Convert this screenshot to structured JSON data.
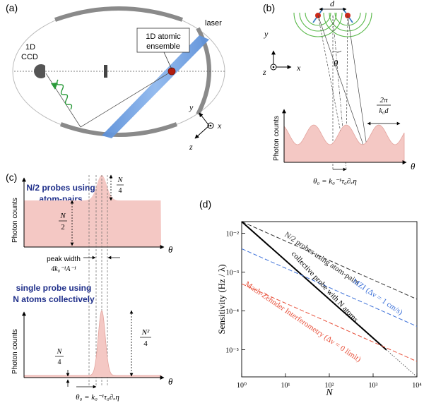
{
  "panel_a": {
    "label": "(a)",
    "ccd_label_line1": "1D",
    "ccd_label_line2": "CCD",
    "ensemble_label_line1": "1D atomic",
    "ensemble_label_line2": "ensemble",
    "laser_label": "laser",
    "axis_y": "y",
    "axis_x": "x",
    "axis_z": "z"
  },
  "panel_b": {
    "label": "(b)",
    "distance_label": "d",
    "axis_y": "y",
    "axis_x": "x",
    "axis_z": "z",
    "angle_label": "θ",
    "ylabel": "Photon counts",
    "xlabel": "θ",
    "period_num": "2π",
    "period_den": "k₀d",
    "theta0_label": "θ₀ = k₀⁻¹τ₀∂ₓη",
    "colors": {
      "fill": "#f4c8c4",
      "stroke": "#e3a39d",
      "waves": "#58b848",
      "atom": "#cc2a1a",
      "spin": "#3b7fc4"
    }
  },
  "panel_c": {
    "label": "(c)",
    "top_title_line1": "N/2 probes using",
    "top_title_line2": "atom-pairs",
    "top_ylabel": "Photon counts",
    "top_level_label_num": "N",
    "top_level_label_den": "2",
    "top_peak_label_num": "N",
    "top_peak_label_den": "4",
    "peak_width_label": "peak width",
    "peak_width_formula": "4k₀⁻¹A⁻¹",
    "bottom_title_line1": "single probe using",
    "bottom_title_line2": "N atoms collectively",
    "bottom_ylabel": "Photon counts",
    "bottom_peak_label_num": "N²",
    "bottom_peak_label_den": "4",
    "bottom_level_label_num": "N",
    "bottom_level_label_den": "4",
    "xlabel": "θ",
    "theta0_label": "θ₀ = k₀⁻¹τ₀∂ₓη",
    "colors": {
      "fill": "#f4c8c4",
      "title": "#1f2f8a"
    }
  },
  "panel_d": {
    "label": "(d)"
  },
  "chart_data": {
    "type": "line",
    "title": "",
    "xlabel": "N",
    "ylabel": "Sensitivity (Hz / λ)",
    "x_scale": "log",
    "y_scale": "log",
    "xlim": [
      1,
      10000
    ],
    "ylim": [
      2e-06,
      0.02
    ],
    "x_ticks": [
      1,
      10,
      100,
      1000,
      10000
    ],
    "x_tick_labels": [
      "10⁰",
      "10¹",
      "10²",
      "10³",
      "10⁴"
    ],
    "y_ticks": [
      1e-05,
      0.0001,
      0.001,
      0.01
    ],
    "y_tick_labels": [
      "10⁻⁵",
      "10⁻⁴",
      "10⁻³",
      "10⁻²"
    ],
    "grid": false,
    "series": [
      {
        "name": "N/2 probes using atom-pairs",
        "style": "dashed",
        "color": "#333333",
        "x": [
          1,
          10000
        ],
        "y": [
          0.02,
          0.0002
        ]
      },
      {
        "name": "collective probe with N atoms",
        "style": "solid",
        "color": "#000000",
        "x": [
          1,
          2000
        ],
        "y": [
          0.02,
          1e-05
        ]
      },
      {
        "name": "MZI (Δν = 1 cm/s)",
        "style": "dashed",
        "color": "#3a6fd8",
        "x": [
          1,
          10000
        ],
        "y": [
          0.004,
          4e-05
        ]
      },
      {
        "name": "Mach-Zehnder Interferometry (Δν = 0 limit)",
        "style": "dashed",
        "color": "#e8503a",
        "x": [
          1,
          10000
        ],
        "y": [
          0.0005,
          5e-06
        ]
      },
      {
        "name": "",
        "style": "dotted",
        "color": "#555555",
        "x": [
          2000,
          10000
        ],
        "y": [
          1e-05,
          2e-06
        ]
      }
    ],
    "annotations": [
      {
        "text": "N/2 probes using atom-pairs",
        "color": "#222222"
      },
      {
        "text": "collective probe with N atoms",
        "color": "#000000"
      },
      {
        "text": "MZI (Δν = 1 cm/s)",
        "color": "#3a6fd8"
      },
      {
        "text": "Mach-Zehnder Interferometry (Δν = 0 limit)",
        "color": "#e8503a"
      }
    ]
  }
}
